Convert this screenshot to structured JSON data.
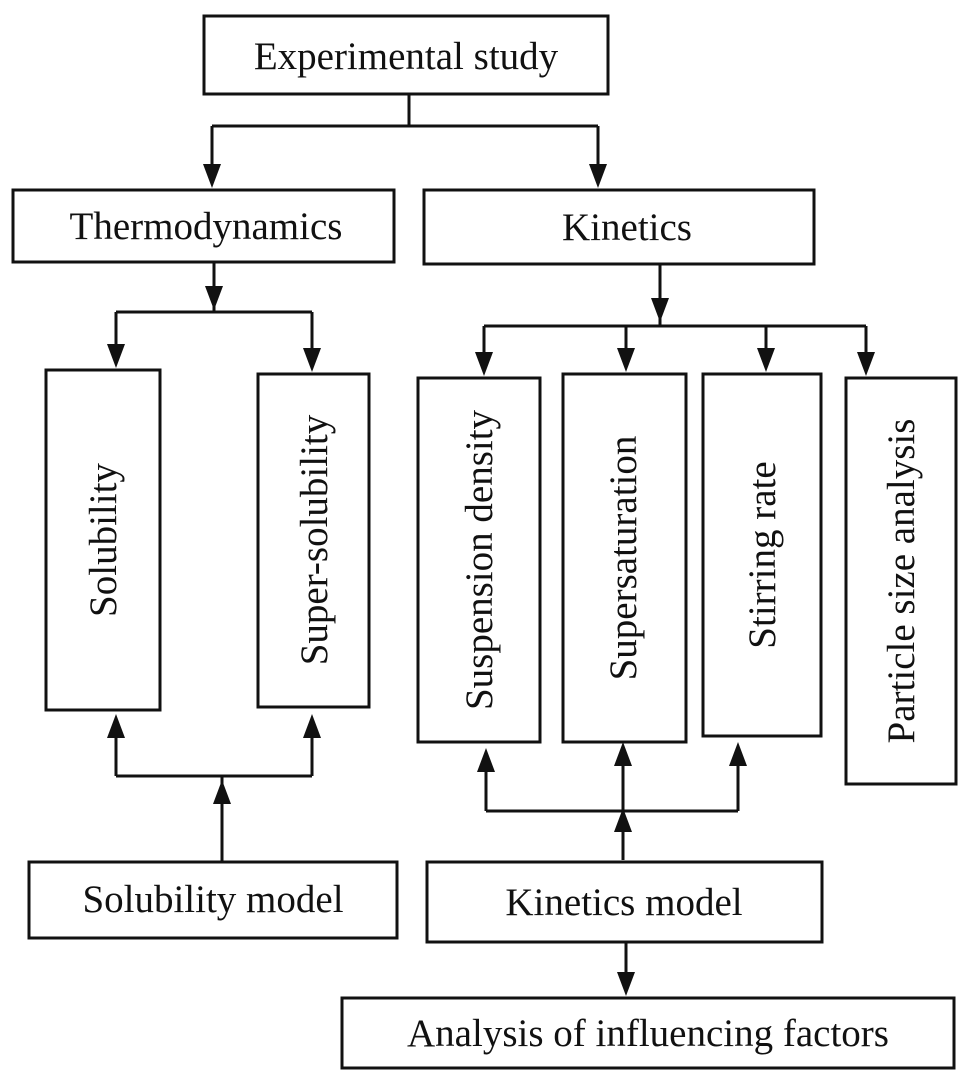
{
  "nodes": {
    "experimental_study": "Experimental study",
    "thermodynamics": "Thermodynamics",
    "kinetics": "Kinetics",
    "solubility": "Solubility",
    "super_solubility": "Super-solubility",
    "suspension_density": "Suspension density",
    "supersaturation": "Supersaturation",
    "stirring_rate": "Stirring rate",
    "particle_size_analysis": "Particle size analysis",
    "solubility_model": "Solubility model",
    "kinetics_model": "Kinetics model",
    "analysis_of_influencing_factors": "Analysis of influencing factors"
  },
  "edges": [
    {
      "from": "experimental_study",
      "to": "thermodynamics"
    },
    {
      "from": "experimental_study",
      "to": "kinetics"
    },
    {
      "from": "thermodynamics",
      "to": "solubility"
    },
    {
      "from": "thermodynamics",
      "to": "super_solubility"
    },
    {
      "from": "kinetics",
      "to": "suspension_density"
    },
    {
      "from": "kinetics",
      "to": "supersaturation"
    },
    {
      "from": "kinetics",
      "to": "stirring_rate"
    },
    {
      "from": "kinetics",
      "to": "particle_size_analysis"
    },
    {
      "from": "solubility_model",
      "to": "solubility"
    },
    {
      "from": "solubility_model",
      "to": "super_solubility"
    },
    {
      "from": "kinetics_model",
      "to": "suspension_density"
    },
    {
      "from": "kinetics_model",
      "to": "supersaturation"
    },
    {
      "from": "kinetics_model",
      "to": "stirring_rate"
    },
    {
      "from": "kinetics_model",
      "to": "analysis_of_influencing_factors"
    }
  ],
  "colors": {
    "stroke": "#111111",
    "background": "#ffffff"
  }
}
